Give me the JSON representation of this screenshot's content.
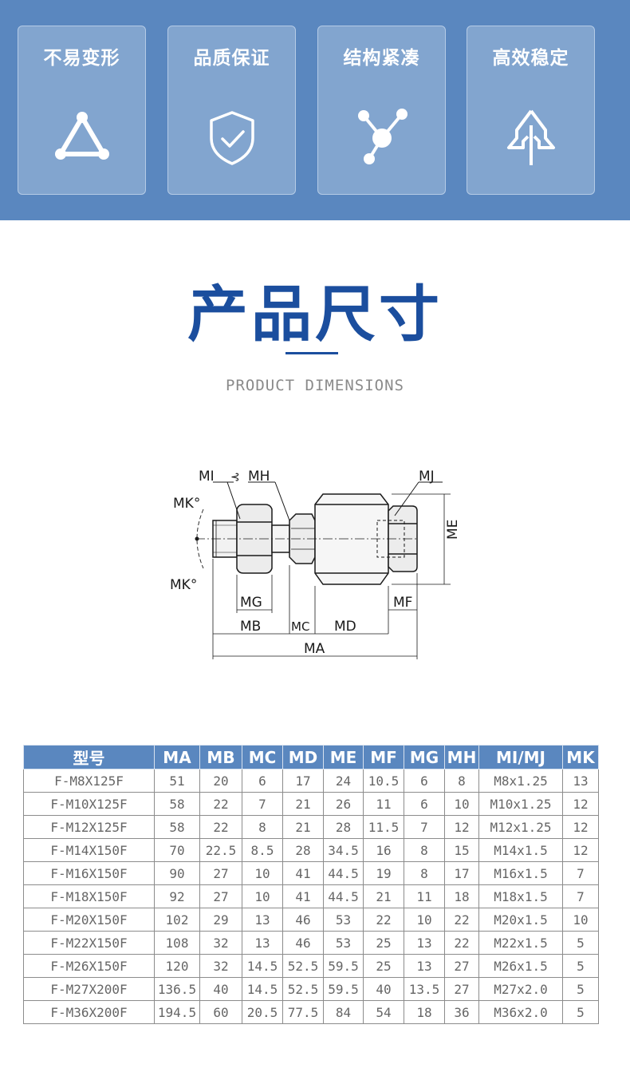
{
  "features": [
    {
      "title": "不易变形",
      "icon": "triangle-icon"
    },
    {
      "title": "品质保证",
      "icon": "shield-check-icon"
    },
    {
      "title": "结构紧凑",
      "icon": "molecule-icon"
    },
    {
      "title": "高效稳定",
      "icon": "arrow-up-icon"
    }
  ],
  "section": {
    "title": "产品尺寸",
    "subtitle": "PRODUCT DIMENSIONS"
  },
  "drawing_labels": {
    "mi": "MI",
    "mh": "MH",
    "mj": "MJ",
    "mk_top": "MK°",
    "mk_bottom": "MK°",
    "me": "ME",
    "mg": "MG",
    "mf": "MF",
    "mb": "MB",
    "mc": "MC",
    "md": "MD",
    "ma": "MA"
  },
  "table": {
    "headers": [
      "型号",
      "MA",
      "MB",
      "MC",
      "MD",
      "ME",
      "MF",
      "MG",
      "MH",
      "MI/MJ",
      "MK"
    ],
    "rows": [
      [
        "F-M8X125F",
        "51",
        "20",
        "6",
        "17",
        "24",
        "10.5",
        "6",
        "8",
        "M8x1.25",
        "13"
      ],
      [
        "F-M10X125F",
        "58",
        "22",
        "7",
        "21",
        "26",
        "11",
        "6",
        "10",
        "M10x1.25",
        "12"
      ],
      [
        "F-M12X125F",
        "58",
        "22",
        "8",
        "21",
        "28",
        "11.5",
        "7",
        "12",
        "M12x1.25",
        "12"
      ],
      [
        "F-M14X150F",
        "70",
        "22.5",
        "8.5",
        "28",
        "34.5",
        "16",
        "8",
        "15",
        "M14x1.5",
        "12"
      ],
      [
        "F-M16X150F",
        "90",
        "27",
        "10",
        "41",
        "44.5",
        "19",
        "8",
        "17",
        "M16x1.5",
        "7"
      ],
      [
        "F-M18X150F",
        "92",
        "27",
        "10",
        "41",
        "44.5",
        "21",
        "11",
        "18",
        "M18x1.5",
        "7"
      ],
      [
        "F-M20X150F",
        "102",
        "29",
        "13",
        "46",
        "53",
        "22",
        "10",
        "22",
        "M20x1.5",
        "10"
      ],
      [
        "F-M22X150F",
        "108",
        "32",
        "13",
        "46",
        "53",
        "25",
        "13",
        "22",
        "M22x1.5",
        "5"
      ],
      [
        "F-M26X150F",
        "120",
        "32",
        "14.5",
        "52.5",
        "59.5",
        "25",
        "13",
        "27",
        "M26x1.5",
        "5"
      ],
      [
        "F-M27X200F",
        "136.5",
        "40",
        "14.5",
        "52.5",
        "59.5",
        "40",
        "13.5",
        "27",
        "M27x2.0",
        "5"
      ],
      [
        "F-M36X200F",
        "194.5",
        "60",
        "20.5",
        "77.5",
        "84",
        "54",
        "18",
        "36",
        "M36x2.0",
        "5"
      ]
    ]
  },
  "colors": {
    "banner": "#5a87bf",
    "card": "#82a5cf",
    "title_blue": "#1b4e9e",
    "table_text": "#666666"
  }
}
